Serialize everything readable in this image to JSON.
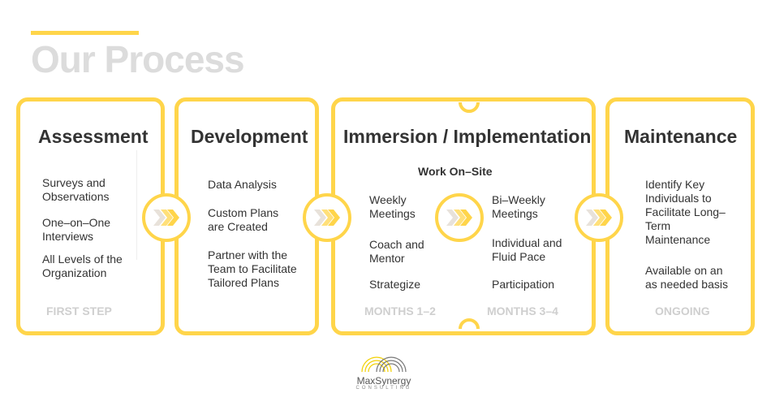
{
  "title": "Our Process",
  "stages": [
    {
      "heading": "Assessment",
      "items": [
        "Surveys and Observations",
        "One–on–One Interviews",
        "All Levels of the Organization"
      ],
      "footer": "FIRST STEP"
    },
    {
      "heading": "Development",
      "items": [
        "Data Analysis",
        "Custom Plans are Created",
        "Partner with the Team to Facilitate Tailored Plans"
      ]
    },
    {
      "heading": "Immersion / Implementation",
      "subheading": "Work On–Site",
      "left_items": [
        "Weekly Meetings",
        "Coach and Mentor",
        "Strategize"
      ],
      "right_items": [
        "Bi–Weekly Meetings",
        "Individual and Fluid Pace",
        "Participation"
      ],
      "left_footer": "MONTHS 1–2",
      "right_footer": "MONTHS 3–4"
    },
    {
      "heading": "Maintenance",
      "items": [
        "Identify Key Individuals to Facilitate Long–Term Maintenance",
        "Available on an as needed basis"
      ],
      "footer": "ONGOING"
    }
  ],
  "logo": {
    "name": "MaxSynergy",
    "tagline": "CONSULTING"
  },
  "colors": {
    "accent": "#FFD54A",
    "chevron_light": "#E8E2DA",
    "chevron_mid": "#FFE07A",
    "chevron_dark": "#FFD54A"
  }
}
